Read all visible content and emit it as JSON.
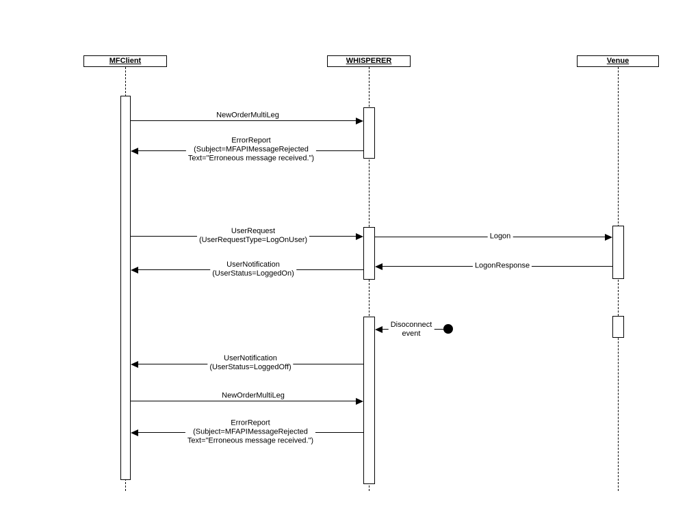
{
  "diagram": {
    "type": "uml-sequence",
    "lifelines": [
      {
        "name": "MFClient"
      },
      {
        "name": "WHISPERER"
      },
      {
        "name": "Venue"
      }
    ],
    "messages": [
      {
        "from": "MFClient",
        "to": "WHISPERER",
        "label": "NewOrderMultiLeg"
      },
      {
        "from": "WHISPERER",
        "to": "MFClient",
        "label": "ErrorReport\n(Subject=MFAPIMessageRejected\nText=\"Erroneous message received.\")"
      },
      {
        "from": "MFClient",
        "to": "WHISPERER",
        "label": "UserRequest\n(UserRequestType=LogOnUser)"
      },
      {
        "from": "WHISPERER",
        "to": "Venue",
        "label": "Logon"
      },
      {
        "from": "Venue",
        "to": "WHISPERER",
        "label": "LogonResponse"
      },
      {
        "from": "WHISPERER",
        "to": "MFClient",
        "label": "UserNotification\n(UserStatus=LoggedOn)"
      },
      {
        "from": "disconnect-event",
        "to": "WHISPERER",
        "label": "Disoconnect\nevent"
      },
      {
        "from": "WHISPERER",
        "to": "MFClient",
        "label": "UserNotification\n(UserStatus=LoggedOff)"
      },
      {
        "from": "MFClient",
        "to": "WHISPERER",
        "label": "NewOrderMultiLeg"
      },
      {
        "from": "WHISPERER",
        "to": "MFClient",
        "label": "ErrorReport\n(Subject=MFAPIMessageRejected\nText=\"Erroneous message received.\")"
      }
    ]
  }
}
